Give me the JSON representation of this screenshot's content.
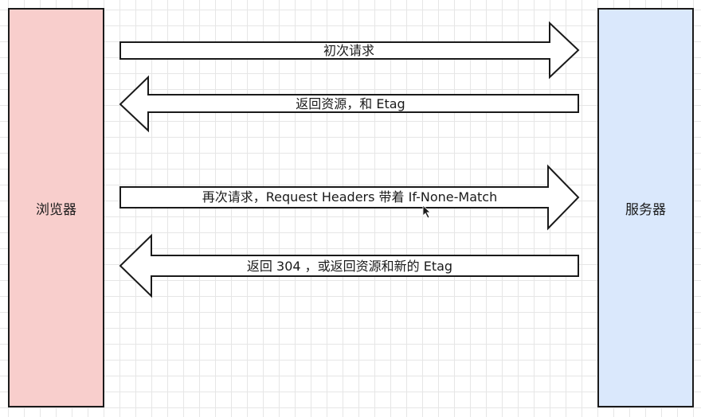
{
  "nodes": {
    "browser": {
      "label": "浏览器",
      "color": "#f8cecc"
    },
    "server": {
      "label": "服务器",
      "color": "#dae8fc"
    }
  },
  "messages": [
    {
      "label": "初次请求",
      "direction": "browser-to-server"
    },
    {
      "label": "返回资源，和 Etag",
      "direction": "server-to-browser"
    },
    {
      "label": "再次请求，Request Headers 带着 If-None-Match",
      "direction": "browser-to-server"
    },
    {
      "label": "返回 304 ，或返回资源和新的 Etag",
      "direction": "server-to-browser"
    }
  ]
}
